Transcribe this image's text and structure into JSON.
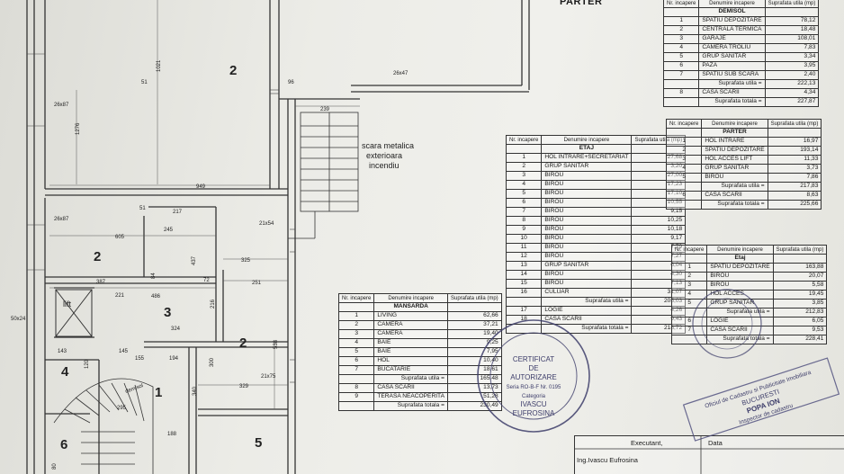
{
  "heading": "PARTER",
  "plan": {
    "rooms": [
      "2",
      "2",
      "3",
      "2",
      "1",
      "4",
      "5",
      "6"
    ],
    "labels": {
      "lift": "lift",
      "stair_note_1": "scara metalica",
      "stair_note_2": "exterioara",
      "stair_note_3": "incendiu",
      "demisol": "demisol"
    },
    "dims": [
      "1021",
      "1276",
      "949",
      "605",
      "245",
      "217",
      "387",
      "221",
      "486",
      "437",
      "325",
      "251",
      "216",
      "324",
      "194",
      "143",
      "300",
      "329",
      "340",
      "538",
      "188",
      "295",
      "239",
      "26x47",
      "96",
      "51",
      "51",
      "72",
      "84",
      "26x87",
      "26x87",
      "21x54",
      "21x75",
      "50x24",
      "145",
      "120",
      "155",
      "80"
    ]
  },
  "table_mansarda": {
    "headers": [
      "Nr. incapere",
      "Denumire incapere",
      "Suprafata utila (mp)"
    ],
    "section": "MANSARDA",
    "rows": [
      [
        "1",
        "LIVING",
        "62,66"
      ],
      [
        "2",
        "CAMERA",
        "37,21"
      ],
      [
        "3",
        "CAMERA",
        "19,40"
      ],
      [
        "4",
        "BAIE",
        "9,25"
      ],
      [
        "5",
        "BAIE",
        "7,95"
      ],
      [
        "6",
        "HOL",
        "10,40"
      ],
      [
        "7",
        "BUCATARIE",
        "18,61"
      ]
    ],
    "util_label": "Suprafata utila =",
    "util": "165,48",
    "extra": [
      [
        "8",
        "CASA SCARII",
        "13,73"
      ],
      [
        "9",
        "TERASA NEACOPERITA",
        "51,28"
      ]
    ],
    "total_label": "Suprafata totala =",
    "total": "230,49"
  },
  "table_etaj": {
    "headers": [
      "Nr. incapere",
      "Denumire incapere",
      "Suprafata utila (mp)"
    ],
    "section": "ETAJ",
    "rows": [
      [
        "1",
        "HOL INTRARE+SECRETARIAT",
        "27,68"
      ],
      [
        "2",
        "GRUP SANITAR",
        "3,20"
      ],
      [
        "3",
        "BIROU",
        "27,00"
      ],
      [
        "4",
        "BIROU",
        "17,23"
      ],
      [
        "5",
        "BIROU",
        "17,10"
      ],
      [
        "6",
        "BIROU",
        "10,55"
      ],
      [
        "7",
        "BIROU",
        "9,15"
      ],
      [
        "8",
        "BIROU",
        "10,25"
      ],
      [
        "9",
        "BIROU",
        "10,18"
      ],
      [
        "10",
        "BIROU",
        "9,17"
      ],
      [
        "11",
        "BIROU",
        "7,79"
      ],
      [
        "12",
        "BIROU",
        "7,27"
      ],
      [
        "13",
        "GRUP SANITAR",
        "6,04"
      ],
      [
        "14",
        "BIROU",
        "4,30"
      ],
      [
        "15",
        "BIROU",
        "7,13"
      ],
      [
        "16",
        "CULUAR",
        "31,07"
      ]
    ],
    "util_label": "Suprafata utila =",
    "util": "205,03",
    "extra": [
      [
        "17",
        "LOGIE",
        "4,26"
      ],
      [
        "18",
        "CASA SCARII",
        "9,43"
      ]
    ],
    "total_label": "Suprafata totala =",
    "total": "218,72"
  },
  "table_demisol": {
    "headers": [
      "Nr. incapere",
      "Denumire incapere",
      "Suprafata utila (mp)"
    ],
    "section": "DEMISOL",
    "rows": [
      [
        "1",
        "SPATIU DEPOZITARE",
        "78,12"
      ],
      [
        "2",
        "CENTRALA TERMICA",
        "18,48"
      ],
      [
        "3",
        "GARAJE",
        "108,01"
      ],
      [
        "4",
        "CAMERA TROLIU",
        "7,83"
      ],
      [
        "5",
        "GRUP SANITAR",
        "3,34"
      ],
      [
        "6",
        "PAZA",
        "3,95"
      ],
      [
        "7",
        "SPATIU SUB SCARA",
        "2,40"
      ]
    ],
    "util_label": "Suprafata utila =",
    "util": "222,13",
    "extra": [
      [
        "8",
        "CASA SCARII",
        "4,34"
      ]
    ],
    "total_label": "Suprafata totala =",
    "total": "227,87"
  },
  "table_parter": {
    "headers": [
      "Nr. incapere",
      "Denumire incapere",
      "Suprafata utila (mp)"
    ],
    "section": "PARTER",
    "rows": [
      [
        "1",
        "HOL INTRARE",
        "16,97"
      ],
      [
        "2",
        "SPATIU DEPOZITARE",
        "193,14"
      ],
      [
        "3",
        "HOL ACCES LIFT",
        "11,33"
      ],
      [
        "4",
        "GRUP SANITAR",
        "3,73"
      ],
      [
        "5",
        "BIROU",
        "7,86"
      ]
    ],
    "util_label": "Suprafata utila =",
    "util": "217,83",
    "extra": [
      [
        "6",
        "CASA SCARII",
        "8,63"
      ]
    ],
    "total_label": "Suprafata totala =",
    "total": "225,66"
  },
  "table_etaj_right": {
    "headers": [
      "Nr. incapere",
      "Denumire incapere",
      "Suprafata utila (mp)"
    ],
    "section": "Etaj",
    "rows": [
      [
        "1",
        "SPATIU DEPOZITARE",
        "163,88"
      ],
      [
        "2",
        "BIROU",
        "20,07"
      ],
      [
        "3",
        "BIROU",
        "5,58"
      ],
      [
        "4",
        "HOL ACCES",
        "19,45"
      ],
      [
        "5",
        "GRUP SANITAR",
        "3,85"
      ]
    ],
    "util_label": "Suprafata utila =",
    "util": "212,83",
    "extra": [
      [
        "6",
        "LOGIE",
        "6,05"
      ],
      [
        "7",
        "CASA SCARII",
        "9,53"
      ]
    ],
    "total_label": "Suprafata totala =",
    "total": "228,41"
  },
  "stamp_left": {
    "l1": "CERTIFICAT",
    "l2": "DE",
    "l3": "AUTORIZARE",
    "l4": "Seria RO-B-F Nr. 0195",
    "l5": "Categoria",
    "l6": "IVASCU",
    "l7": "EUFROSINA"
  },
  "stamp_right": {
    "l1": "Oficiul de Cadastru si Publicitate Imobiliara",
    "l2": "BUCURESTI",
    "l3": "POPA ION",
    "l4": "Inspector de cadastru"
  },
  "executant": {
    "label": "Executant,",
    "name": "Ing.Ivascu Eufrosina",
    "data_label": "Data"
  }
}
